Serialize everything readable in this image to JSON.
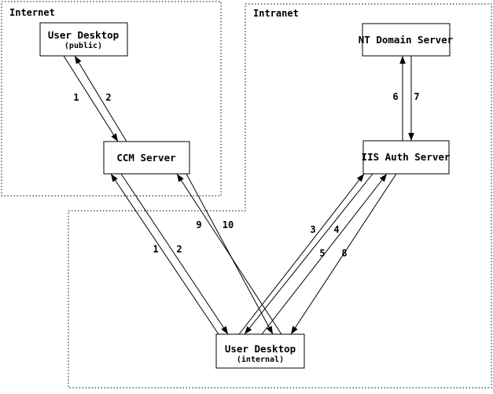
{
  "diagram_type": "network-authentication-flow",
  "zones": [
    {
      "label": "Internet"
    },
    {
      "label": "Intranet"
    }
  ],
  "nodes": [
    {
      "label": "User Desktop",
      "sublabel": "(public)"
    },
    {
      "label": "NT Domain Server",
      "sublabel": ""
    },
    {
      "label": "CCM Server",
      "sublabel": ""
    },
    {
      "label": "IIS Auth Server",
      "sublabel": ""
    },
    {
      "label": "User Desktop",
      "sublabel": "(internal)"
    }
  ],
  "edges": [
    {
      "label": "1",
      "from": "User Desktop (public)",
      "to": "CCM Server"
    },
    {
      "label": "2",
      "from": "CCM Server",
      "to": "User Desktop (public)"
    },
    {
      "label": "6",
      "from": "IIS Auth Server",
      "to": "NT Domain Server"
    },
    {
      "label": "7",
      "from": "NT Domain Server",
      "to": "IIS Auth Server"
    },
    {
      "label": "1",
      "from": "User Desktop (internal)",
      "to": "CCM Server"
    },
    {
      "label": "2",
      "from": "CCM Server",
      "to": "User Desktop (internal)"
    },
    {
      "label": "9",
      "from": "User Desktop (internal)",
      "to": "CCM Server"
    },
    {
      "label": "10",
      "from": "CCM Server",
      "to": "User Desktop (internal)"
    },
    {
      "label": "3",
      "from": "User Desktop (internal)",
      "to": "IIS Auth Server"
    },
    {
      "label": "4",
      "from": "IIS Auth Server",
      "to": "User Desktop (internal)"
    },
    {
      "label": "5",
      "from": "User Desktop (internal)",
      "to": "IIS Auth Server"
    },
    {
      "label": "8",
      "from": "IIS Auth Server",
      "to": "User Desktop (internal)"
    }
  ],
  "colors": {
    "background": "#ffffff",
    "line": "#000000",
    "text": "#000000"
  }
}
